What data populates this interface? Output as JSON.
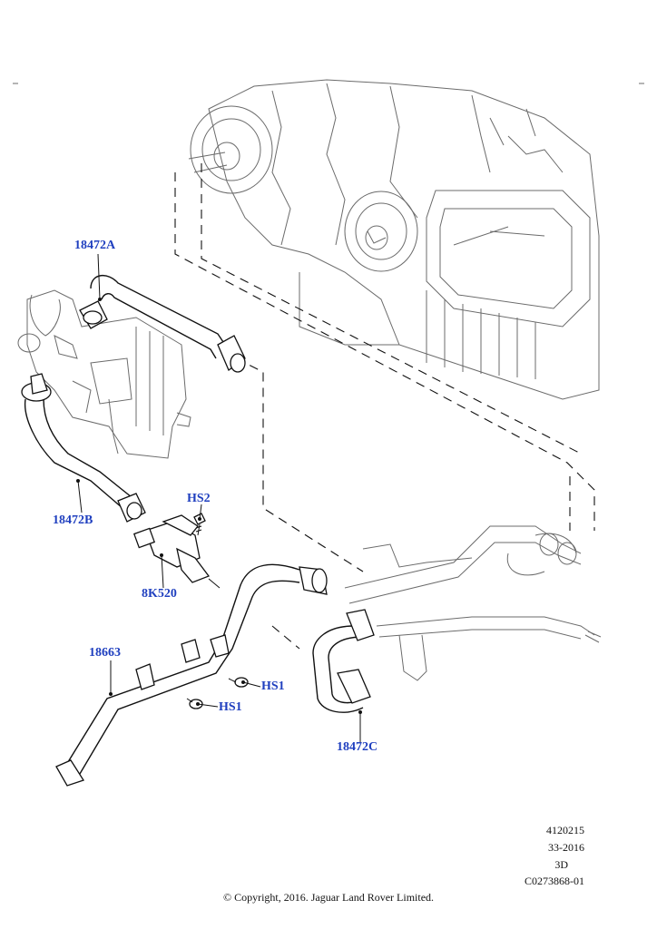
{
  "callouts": {
    "c18472A": "18472A",
    "c18472B": "18472B",
    "cHS2": "HS2",
    "c8K520": "8K520",
    "c18663": "18663",
    "cHS1a": "HS1",
    "cHS1b": "HS1",
    "c18472C": "18472C"
  },
  "meta": {
    "code": "4120215",
    "date": "33-2016",
    "view": "3D",
    "ref": "C0273868-01"
  },
  "copyright": "© Copyright, 2016. Jaguar Land Rover Limited.",
  "colors": {
    "callout": "#1f3fbf",
    "line": "#111111",
    "faint": "#6b6b6b"
  }
}
